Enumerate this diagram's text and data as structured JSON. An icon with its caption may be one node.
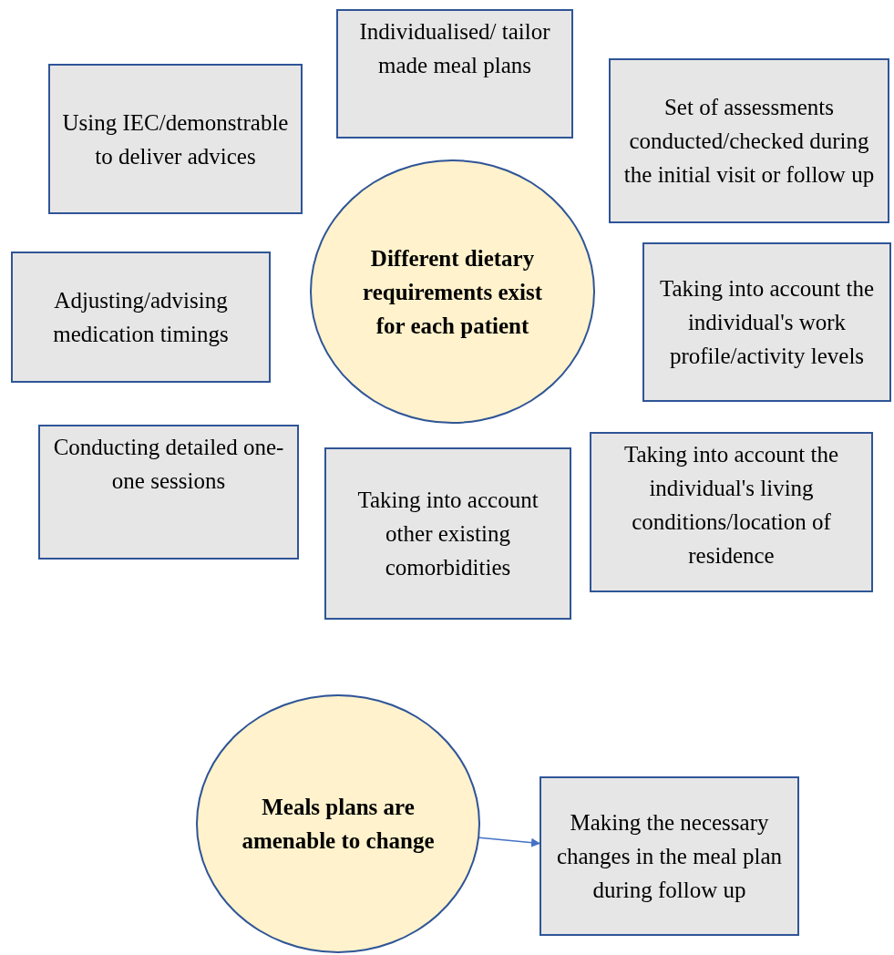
{
  "diagram": {
    "nodes": [
      {
        "text": [
          "Individualised/ tailor made meal plans"
        ]
      },
      {
        "text": [
          "Using IEC/demonstrable to deliver advices"
        ]
      },
      {
        "text": [
          "Set of assessments conducted/checked during the initial visit or follow up"
        ]
      },
      {
        "text": [
          "Different dietary requirements exist for each patient"
        ]
      },
      {
        "text": [
          "Adjusting/advising medication timings"
        ]
      },
      {
        "text": [
          "Taking into account the individual's work profile/activity levels"
        ]
      },
      {
        "text": [
          "Conducting detailed one-one sessions"
        ]
      },
      {
        "text": [
          "Taking into account other existing comorbidities"
        ]
      },
      {
        "text": [
          "Taking into account the individual's living conditions/location of residence"
        ]
      },
      {
        "text": [
          "Meals plans are amenable to change"
        ]
      },
      {
        "text": [
          "Making the necessary changes in the meal plan during follow up"
        ]
      }
    ],
    "edges": [
      {
        "from": 9,
        "to": 10,
        "arrow": "to"
      }
    ]
  }
}
